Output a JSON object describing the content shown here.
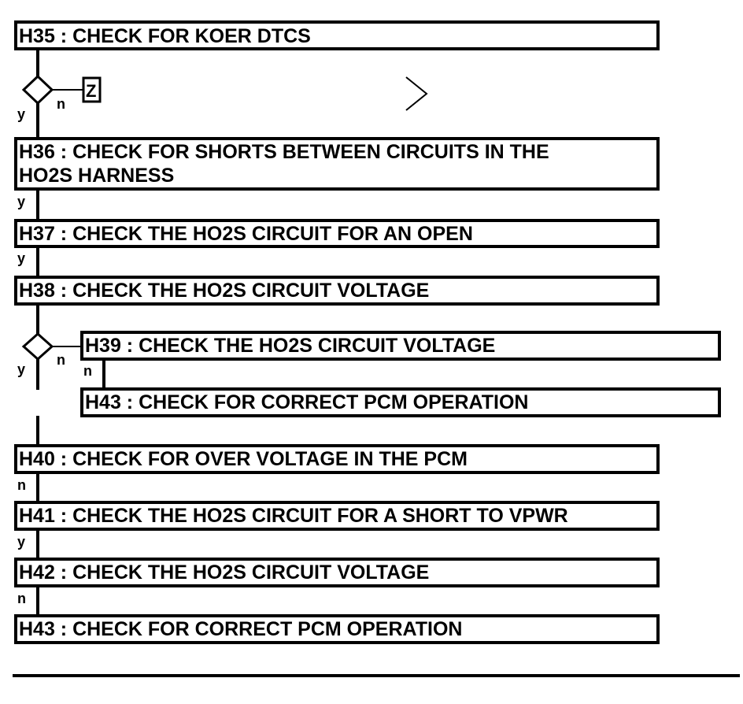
{
  "steps": {
    "h35": "H35 : CHECK FOR KOER DTCS",
    "h36_line1": "H36 : CHECK FOR SHORTS BETWEEN CIRCUITS IN THE",
    "h36_line2": "HO2S HARNESS",
    "h37": "H37 : CHECK THE HO2S CIRCUIT FOR AN OPEN",
    "h38": "H38 : CHECK THE HO2S CIRCUIT VOLTAGE",
    "h39": "H39 : CHECK THE HO2S CIRCUIT VOLTAGE",
    "h43_branch": "H43 : CHECK FOR CORRECT PCM OPERATION",
    "h40": "H40 : CHECK FOR OVER VOLTAGE IN THE PCM",
    "h41": "H41 : CHECK THE HO2S CIRCUIT FOR A SHORT TO VPWR",
    "h42": "H42 : CHECK THE HO2S CIRCUIT VOLTAGE",
    "h43": "H43 : CHECK FOR CORRECT PCM OPERATION"
  },
  "labels": {
    "d1_yes": "y",
    "d1_no": "n",
    "after_h36": "y",
    "after_h37": "y",
    "d2_yes": "y",
    "d2_no": "n",
    "after_h39": "n",
    "after_h40": "n",
    "after_h41": "y",
    "after_h42": "n"
  },
  "refs": {
    "z_ref": "Z"
  }
}
